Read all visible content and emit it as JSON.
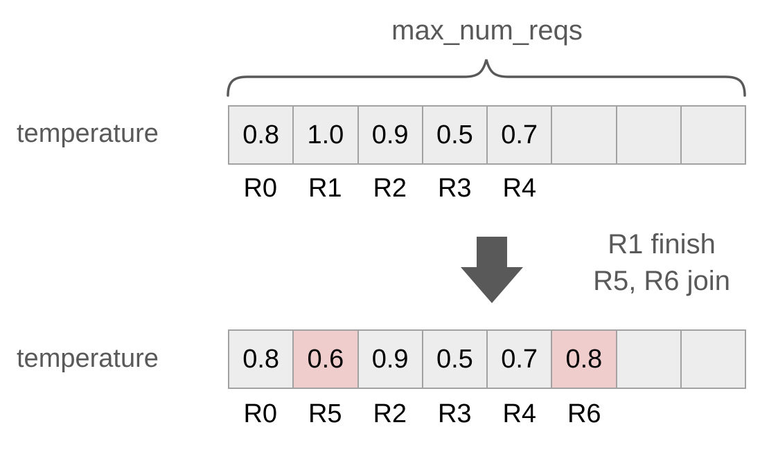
{
  "diagram": {
    "title": "max_num_reqs",
    "row_label": "temperature",
    "note": {
      "line1": "R1 finish",
      "line2": "R5, R6 join"
    },
    "state_before": {
      "cells": [
        {
          "value": "0.8",
          "request": "R0",
          "highlight": false
        },
        {
          "value": "1.0",
          "request": "R1",
          "highlight": false
        },
        {
          "value": "0.9",
          "request": "R2",
          "highlight": false
        },
        {
          "value": "0.5",
          "request": "R3",
          "highlight": false
        },
        {
          "value": "0.7",
          "request": "R4",
          "highlight": false
        },
        {
          "value": "",
          "request": "",
          "highlight": false
        },
        {
          "value": "",
          "request": "",
          "highlight": false
        },
        {
          "value": "",
          "request": "",
          "highlight": false
        }
      ]
    },
    "state_after": {
      "cells": [
        {
          "value": "0.8",
          "request": "R0",
          "highlight": false
        },
        {
          "value": "0.6",
          "request": "R5",
          "highlight": true
        },
        {
          "value": "0.9",
          "request": "R2",
          "highlight": false
        },
        {
          "value": "0.5",
          "request": "R3",
          "highlight": false
        },
        {
          "value": "0.7",
          "request": "R4",
          "highlight": false
        },
        {
          "value": "0.8",
          "request": "R6",
          "highlight": true
        },
        {
          "value": "",
          "request": "",
          "highlight": false
        },
        {
          "value": "",
          "request": "",
          "highlight": false
        }
      ]
    },
    "colors": {
      "cell_fill": "#ededed",
      "cell_highlight_fill": "#f0cdcd",
      "cell_border": "#a2a2a2",
      "gray_text": "#595959",
      "arrow_fill": "#595959",
      "value_text": "#000000"
    }
  }
}
